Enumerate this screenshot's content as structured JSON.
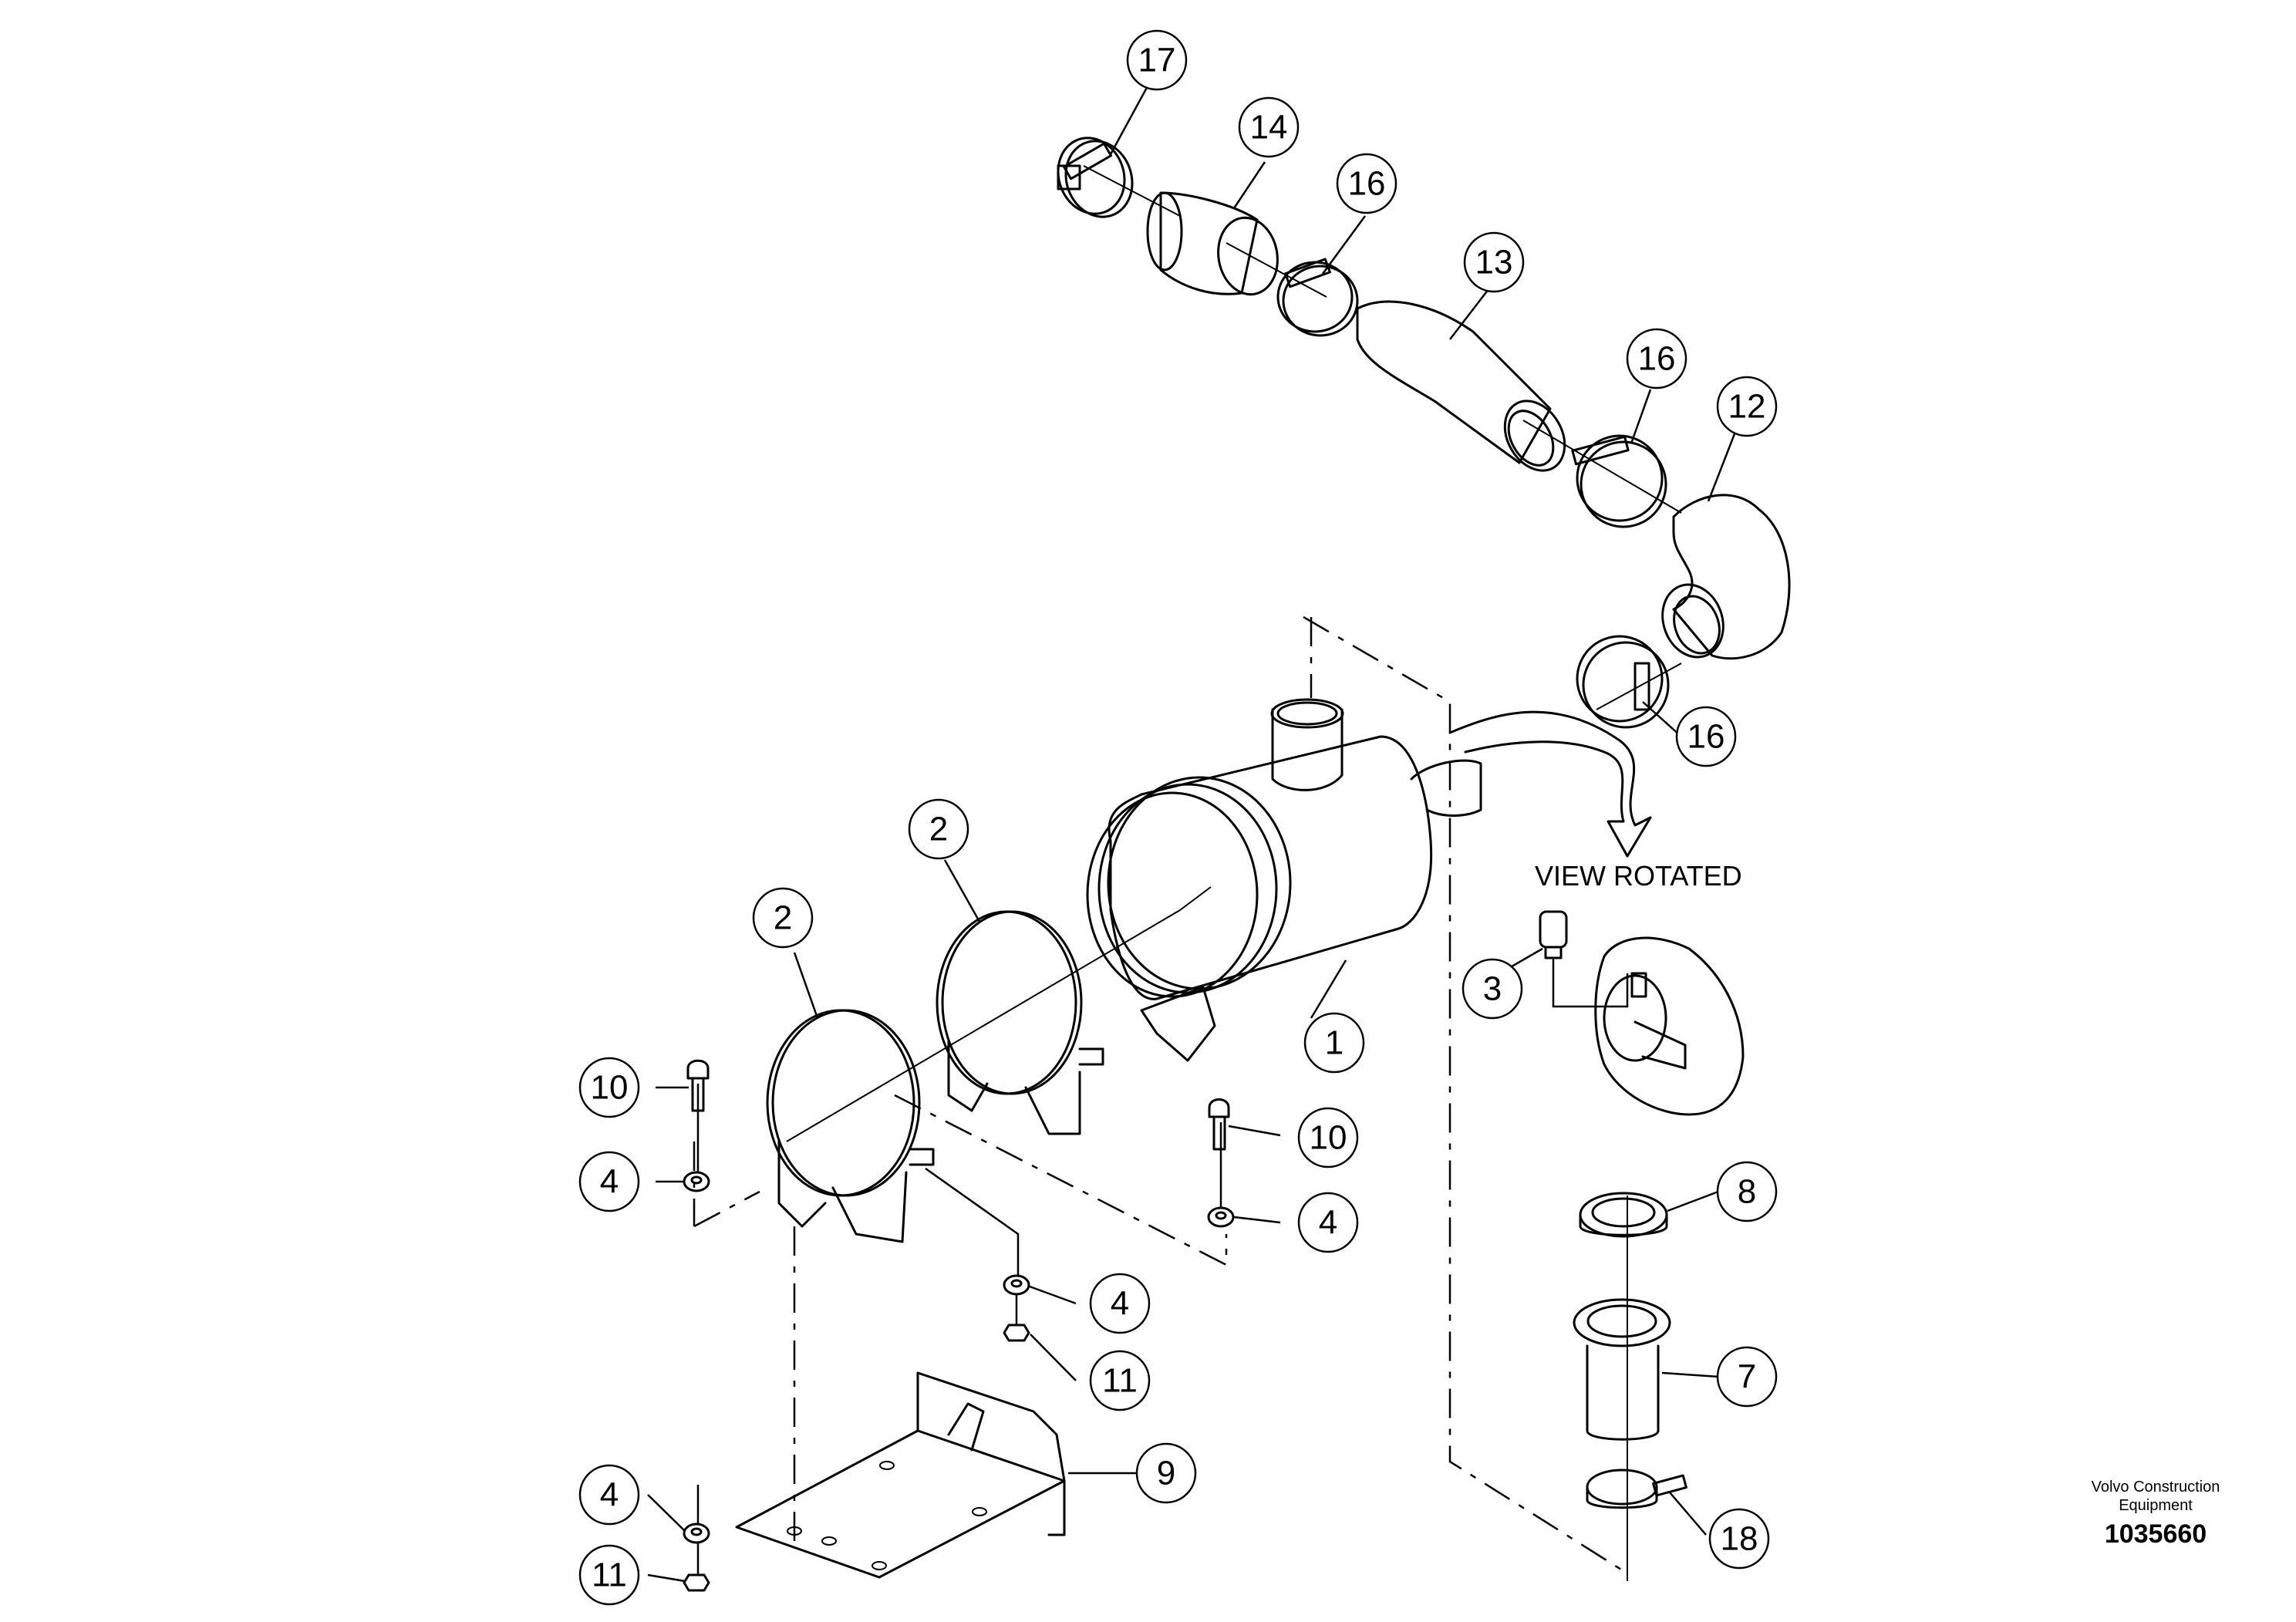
{
  "diagram": {
    "view_label": "VIEW ROTATED",
    "brand_line1": "Volvo Construction",
    "brand_line2": "Equipment",
    "document_number": "1035660",
    "callouts": {
      "c17": "17",
      "c14": "14",
      "c16a": "16",
      "c13": "13",
      "c16b": "16",
      "c12": "12",
      "c16c": "16",
      "c2a": "2",
      "c2b": "2",
      "c1": "1",
      "c3": "3",
      "c10a": "10",
      "c10b": "10",
      "c4a": "4",
      "c4b": "4",
      "c4c": "4",
      "c4d": "4",
      "c11a": "11",
      "c11b": "11",
      "c8": "8",
      "c7": "7",
      "c9": "9",
      "c18": "18"
    }
  }
}
